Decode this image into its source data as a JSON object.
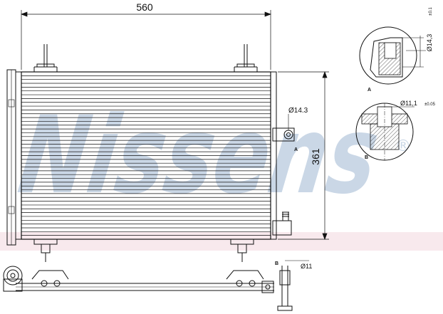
{
  "watermark": {
    "brand": "Nissens",
    "registered": "®",
    "color": "#9fb8d3",
    "band_color": "#e9b8c4"
  },
  "dimensions": {
    "width": "560",
    "height": "361",
    "inlet_diameter": "Ø14.3",
    "outlet_diameter": "Ø11"
  },
  "detail_a": {
    "label": "A",
    "dimension": "Ø14,3",
    "tolerance": "±0.1"
  },
  "detail_b": {
    "label": "B",
    "dimension": "Ø11,1",
    "tolerance": "±0.05"
  },
  "markers": {
    "a": "A",
    "b": "B"
  },
  "colors": {
    "line": "#111111",
    "hatch": "#333333"
  }
}
